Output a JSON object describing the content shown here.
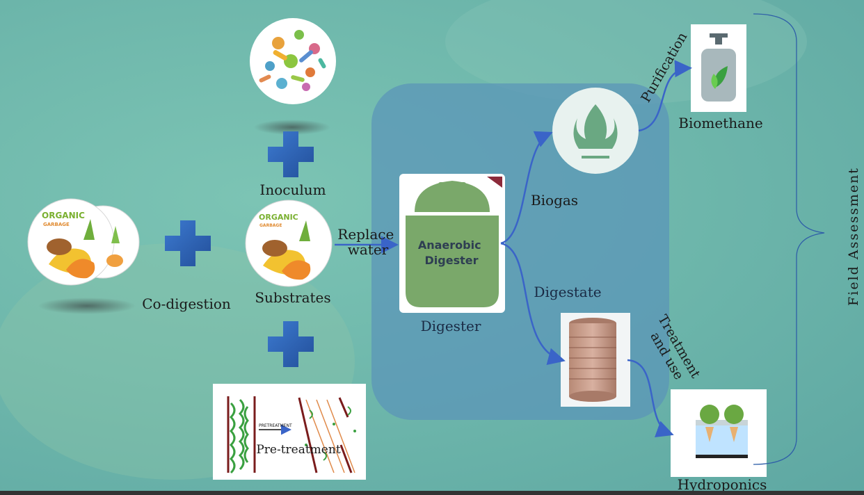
{
  "labels": {
    "inoculum": "Inoculum",
    "co_digestion": "Co-digestion",
    "substrates": "Substrates",
    "replace_water": "Replace\nwater",
    "digester": "Digester",
    "anaerobic_digester": "Anaerobic\nDigester",
    "biogas": "Biogas",
    "digestate": "Digestate",
    "purification": "Purification",
    "biomethane": "Biomethane",
    "treatment_and_use": "Treatment\nand use",
    "hydroponics": "Hydroponics",
    "field_assessment": "Field Assessment",
    "organic": "ORGANIC",
    "garbage": "GARBAGE",
    "pretreatment_arrow_text": "PRETREATMENT",
    "pre_treatment": "Pre-treatment"
  },
  "colors": {
    "background": "#6fb8ac",
    "digester_zone": "#5a94b8",
    "plus": "#2f62b8",
    "arrow": "#3a64c8",
    "digester_green": "#7aa86a",
    "bracket": "#2f5fa8"
  },
  "icons": {
    "plus": "plus-icon",
    "flame": "flame-icon",
    "gas_cylinder": "gas-cylinder-icon",
    "microbes": "microbes-icon",
    "tank": "storage-tank-icon",
    "plants": "hydroponic-plants-icon"
  }
}
